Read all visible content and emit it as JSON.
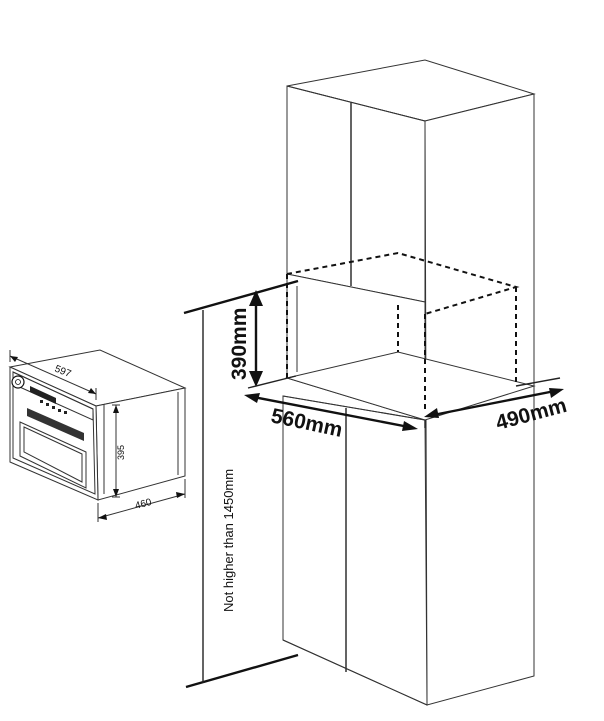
{
  "oven": {
    "width_label": "597",
    "height_label": "395",
    "depth_label": "460"
  },
  "niche": {
    "height_label": "390mm",
    "width_label": "560mm",
    "depth_label": "490mm"
  },
  "install": {
    "height_note": "Not higher than 1450mm"
  },
  "colors": {
    "line": "#111111",
    "background": "#ffffff"
  }
}
